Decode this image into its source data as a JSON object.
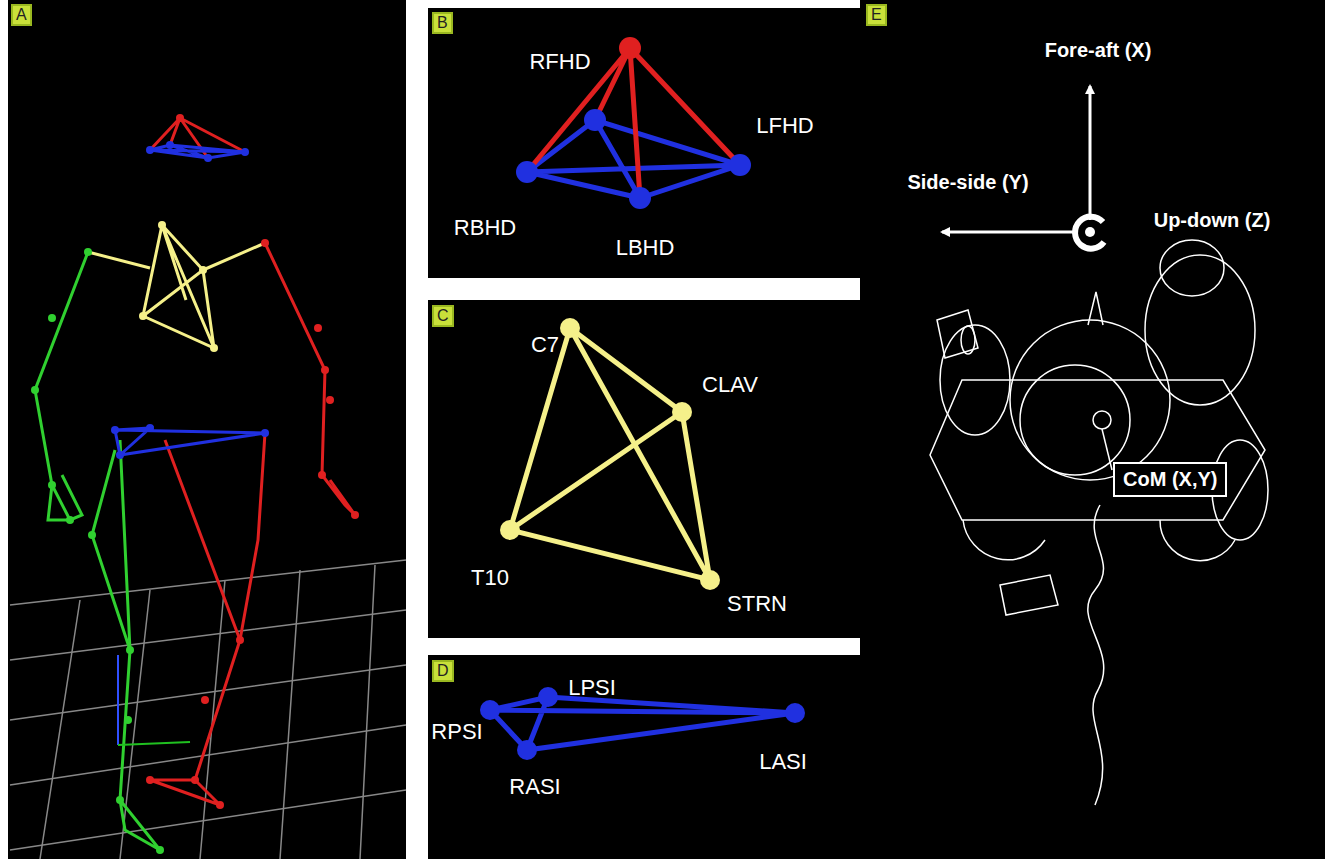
{
  "diagram": {
    "nodes": [
      {
        "text": [
          "A"
        ]
      },
      {
        "text": [
          "B"
        ]
      },
      {
        "text": [
          "C"
        ]
      },
      {
        "text": [
          "D"
        ]
      },
      {
        "text": [
          "E"
        ]
      },
      {
        "text": [
          "CoM (X,Y)"
        ]
      }
    ],
    "edges": [],
    "labels": [
      "RFHD",
      "LFHD",
      "RBHD",
      "LBHD",
      "C7",
      "CLAV",
      "T10",
      "STRN",
      "LPSI",
      "RPSI",
      "RASI",
      "LASI",
      "Fore-aft (X)",
      "Side-side (Y)",
      "Up-down (Z)"
    ]
  }
}
